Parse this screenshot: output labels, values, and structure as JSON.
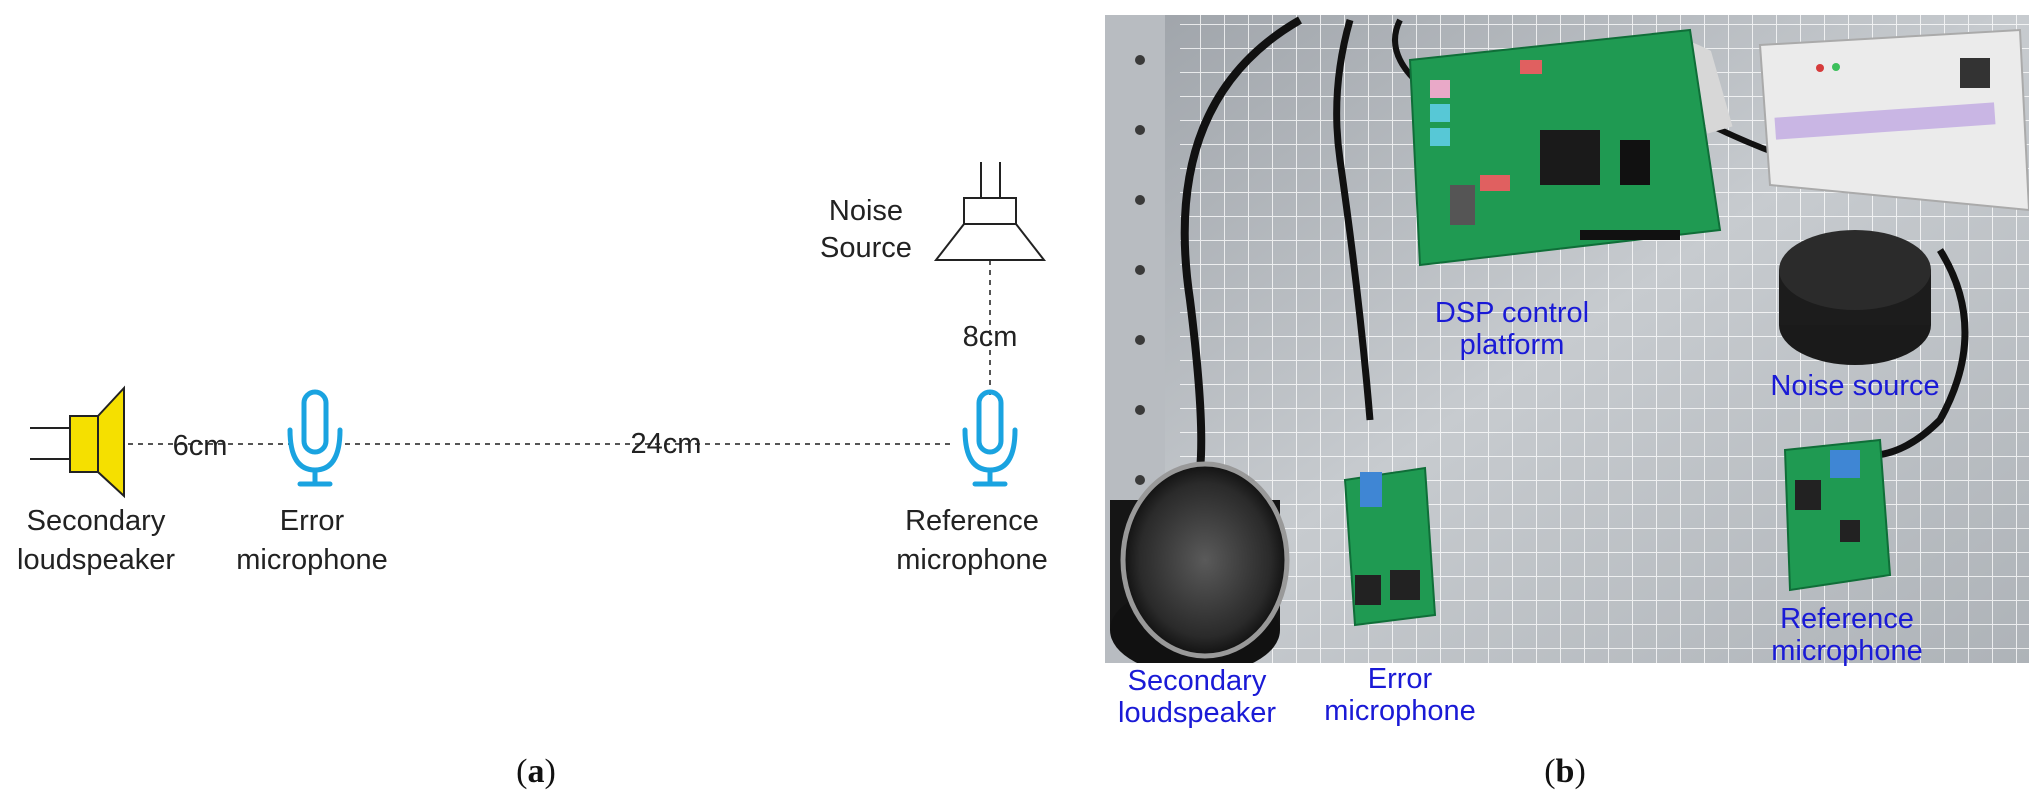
{
  "panel_a": {
    "noise_source": [
      "Noise",
      "Source"
    ],
    "secondary_loudspeaker": [
      "Secondary",
      "loudspeaker"
    ],
    "error_microphone": [
      "Error",
      "microphone"
    ],
    "reference_microphone": [
      "Reference",
      "microphone"
    ],
    "dist_speaker_error": "6cm",
    "dist_error_reference": "24cm",
    "dist_noise_reference": "8cm",
    "colors": {
      "speaker": "#f5e000",
      "microphone": "#1aa3e0",
      "noise_speaker": "#ffffff"
    },
    "caption": [
      "(",
      "a",
      ")"
    ]
  },
  "panel_b": {
    "dsp_platform": [
      "DSP control",
      "platform"
    ],
    "noise_source": "Noise source",
    "reference_microphone": [
      "Reference",
      "microphone"
    ],
    "secondary_loudspeaker": [
      "Secondary",
      "loudspeaker"
    ],
    "error_microphone": [
      "Error",
      "microphone"
    ],
    "label_color": "#1a1ad6",
    "caption": [
      "(",
      "b",
      ")"
    ]
  }
}
